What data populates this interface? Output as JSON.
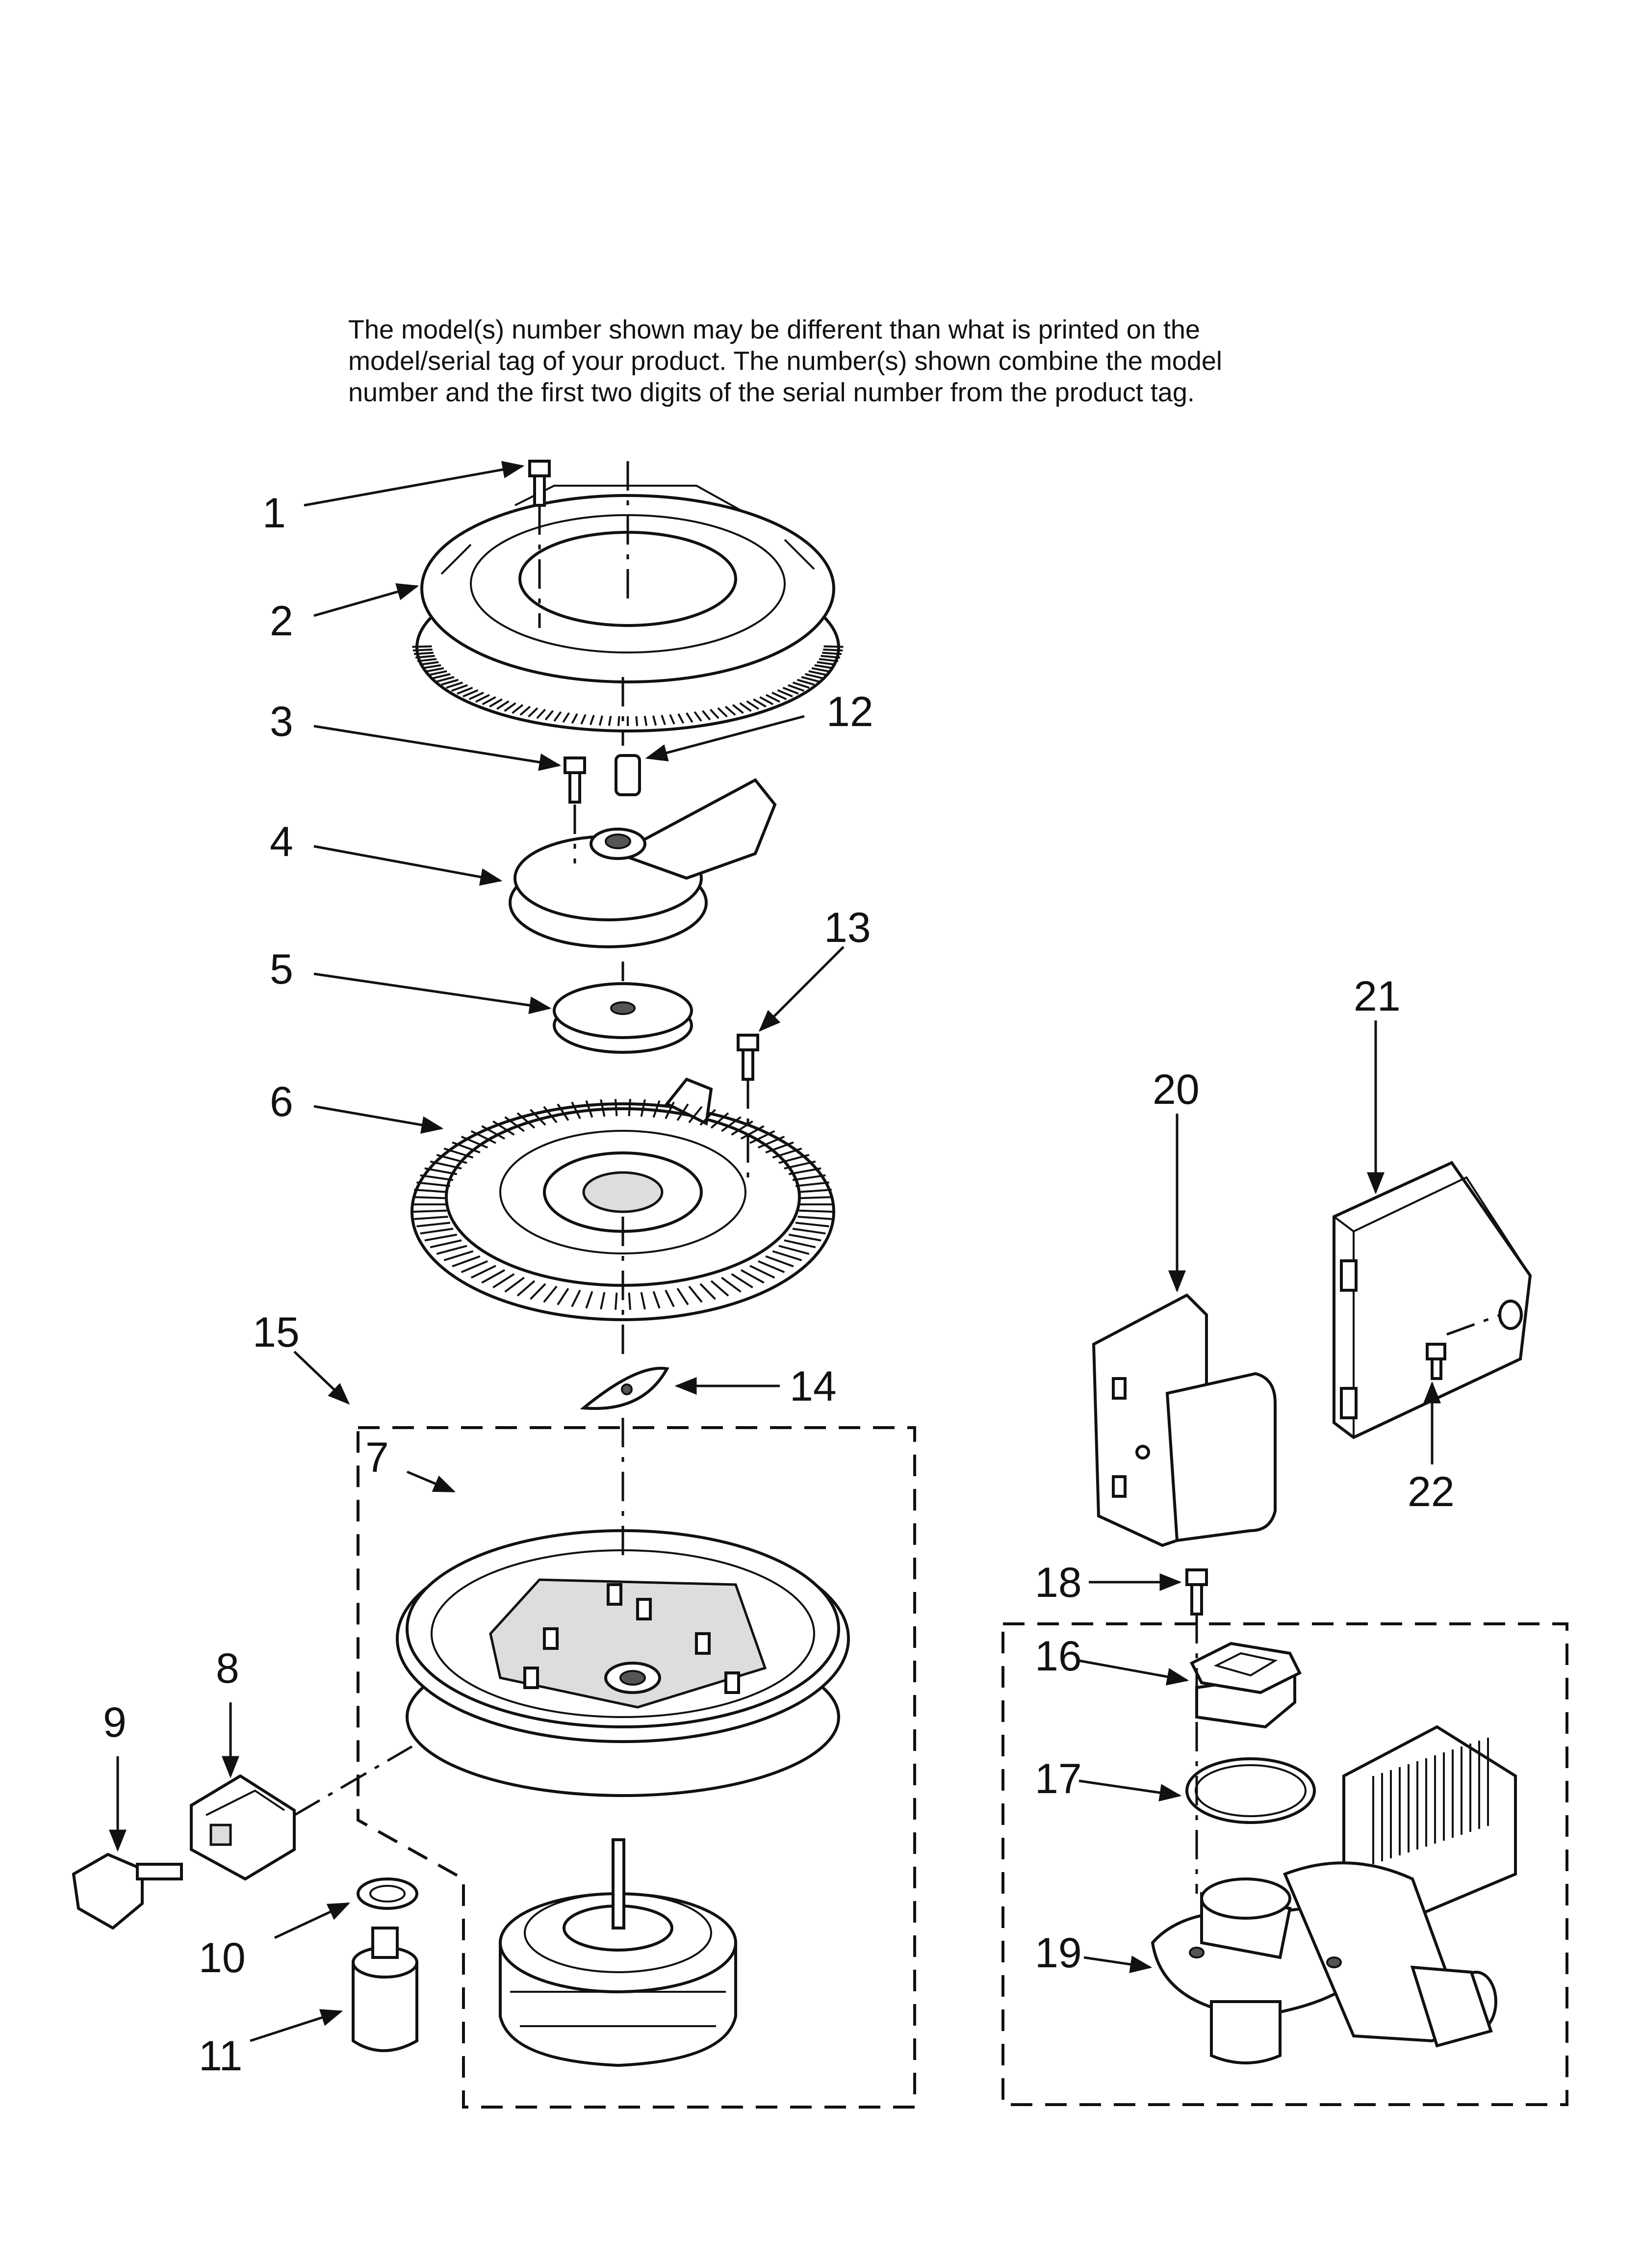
{
  "note": {
    "lines": [
      "The model(s) number shown may be different than what is printed on the",
      "model/serial tag of your product. The number(s) shown combine the model",
      "number and the first two digits of the serial number from the product tag."
    ]
  },
  "callouts": [
    {
      "num": "1"
    },
    {
      "num": "2"
    },
    {
      "num": "3"
    },
    {
      "num": "4"
    },
    {
      "num": "5"
    },
    {
      "num": "6"
    },
    {
      "num": "7"
    },
    {
      "num": "8"
    },
    {
      "num": "9"
    },
    {
      "num": "10"
    },
    {
      "num": "11"
    },
    {
      "num": "12"
    },
    {
      "num": "13"
    },
    {
      "num": "14"
    },
    {
      "num": "15"
    },
    {
      "num": "16"
    },
    {
      "num": "17"
    },
    {
      "num": "18"
    },
    {
      "num": "19"
    },
    {
      "num": "20"
    },
    {
      "num": "21"
    },
    {
      "num": "22"
    }
  ]
}
